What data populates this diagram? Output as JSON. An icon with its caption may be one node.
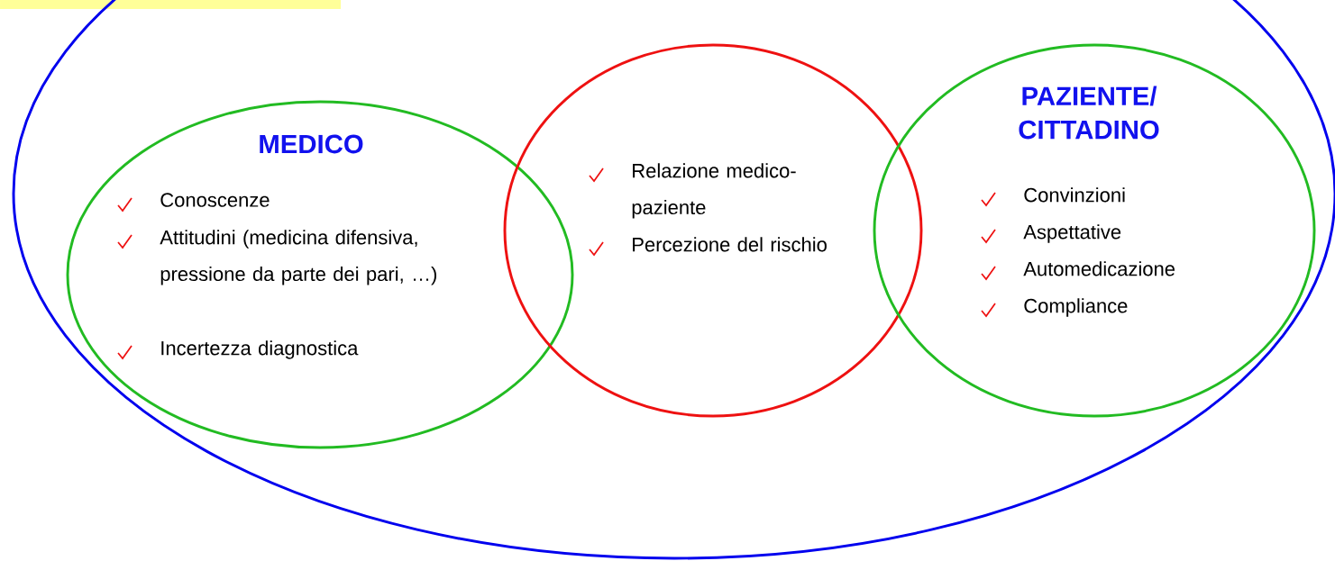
{
  "diagram": {
    "nodes": [
      {
        "text": [],
        "shape": "ellipse"
      },
      {
        "text": [
          "MEDICO",
          "Conoscenze",
          "Attitudini (medicina difensiva, pressione da parte dei pari, …)",
          "Incertezza diagnostica"
        ],
        "in": 0
      },
      {
        "text": [
          "Relazione medico-paziente",
          "Percezione del rischio"
        ],
        "in": 0
      },
      {
        "text": [
          "PAZIENTE/ CITTADINO",
          "Convinzioni",
          "Aspettative",
          "Automedicazione",
          "Compliance"
        ],
        "in": 0
      }
    ]
  }
}
